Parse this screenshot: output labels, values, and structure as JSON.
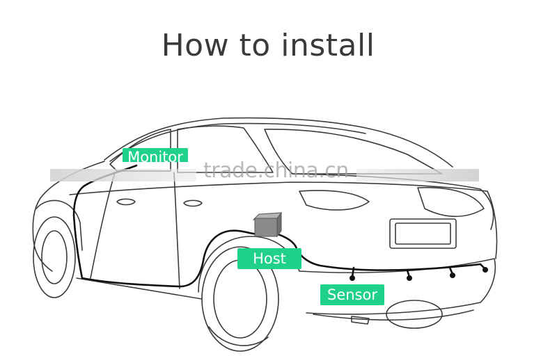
{
  "title": "How to install",
  "labels": {
    "monitor": "Monitor",
    "host": "Host",
    "sensor": "Sensor"
  },
  "watermark": "trade.china.cn",
  "colors": {
    "label_bg": "#1fd18a",
    "label_text": "#ffffff",
    "line": "#333333",
    "wire": "#111111",
    "host_box": "#8a8a8a"
  }
}
